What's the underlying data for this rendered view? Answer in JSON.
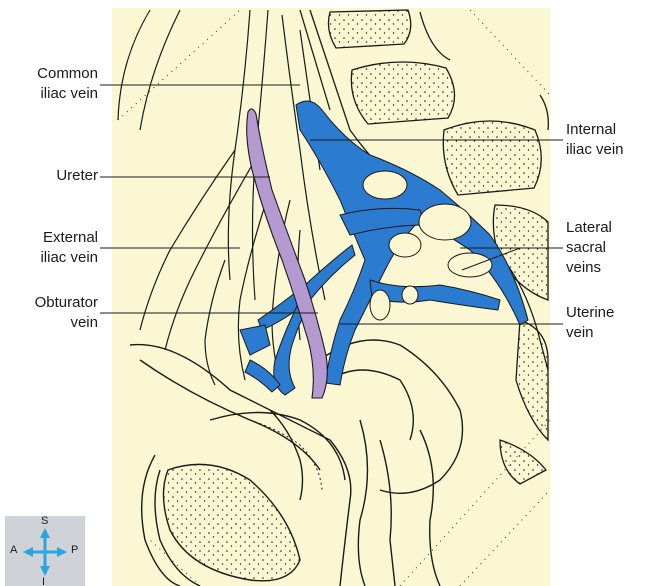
{
  "labels": {
    "common_iliac_vein": [
      "Common",
      "iliac vein"
    ],
    "ureter": [
      "Ureter"
    ],
    "external_iliac_vein": [
      "External",
      "iliac vein"
    ],
    "obturator_vein": [
      "Obturator",
      "vein"
    ],
    "internal_iliac_vein": [
      "Internal",
      "iliac vein"
    ],
    "lateral_sacral_veins": [
      "Lateral",
      "sacral",
      "veins"
    ],
    "uterine_vein": [
      "Uterine",
      "vein"
    ]
  },
  "compass": {
    "superior": "S",
    "inferior": "I",
    "anterior": "A",
    "posterior": "P"
  },
  "colors": {
    "background": "#fbf7d2",
    "vein": "#2b7bd1",
    "ureter": "#b49ad0",
    "outline": "#1a1a1a",
    "compass_box": "#cfd3d8",
    "compass_arrows": "#2aa5e0"
  }
}
